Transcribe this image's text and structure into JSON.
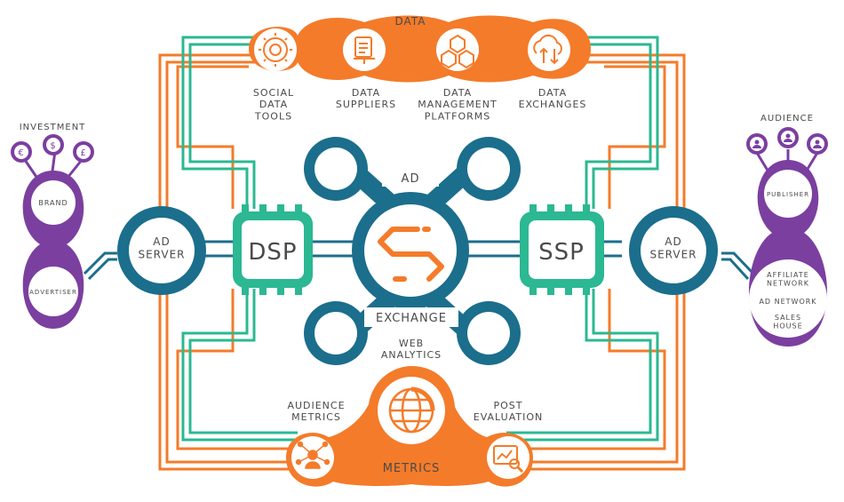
{
  "colors": {
    "orange": "#F47B2A",
    "teal": "#2BB892",
    "blue": "#1B6E8C",
    "purple": "#7B3FA0",
    "grey": "#4a4a4a",
    "white": "#ffffff"
  },
  "data_group": {
    "title": "DATA",
    "items": [
      {
        "label": "SOCIAL\nDATA\nTOOLS",
        "icon": "gear-people-icon"
      },
      {
        "label": "DATA\nSUPPLIERS",
        "icon": "document-stack-icon"
      },
      {
        "label": "DATA\nMANAGEMENT\nPLATFORMS",
        "icon": "cubes-icon"
      },
      {
        "label": "DATA\nEXCHANGES",
        "icon": "cloud-transfer-icon"
      }
    ]
  },
  "ad_exchange": {
    "title_top": "AD",
    "title_bottom": "EXCHANGE",
    "icon": "exchange-arrows-icon"
  },
  "dsp": {
    "label": "DSP",
    "icon": "chip-icon"
  },
  "ssp": {
    "label": "SSP",
    "icon": "chip-icon"
  },
  "ad_server_left": {
    "label": "AD\nSERVER"
  },
  "ad_server_right": {
    "label": "AD\nSERVER"
  },
  "investment": {
    "title": "INVESTMENT",
    "currencies": [
      "€",
      "$",
      "£"
    ],
    "brand": "BRAND",
    "advertiser": "ADVERTISER"
  },
  "audience": {
    "title": "AUDIENCE",
    "publisher": "PUBLISHER",
    "lower_items": [
      "AFFILIATE\nNETWORK",
      "AD NETWORK",
      "SALES\nHOUSE"
    ]
  },
  "metrics": {
    "title": "METRICS",
    "web_analytics": "WEB\nANALYTICS",
    "audience_metrics": "AUDIENCE\nMETRICS",
    "post_evaluation": "POST\nEVALUATION"
  }
}
